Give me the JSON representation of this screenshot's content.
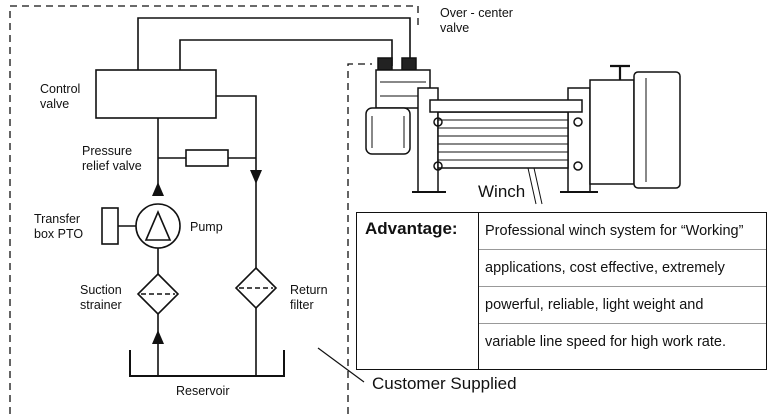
{
  "labels": {
    "over_center": [
      "Over - center",
      "valve"
    ],
    "control": [
      "Control",
      "valve"
    ],
    "pressure_relief": [
      "Pressure",
      "relief valve"
    ],
    "transfer": [
      "Transfer",
      "box PTO"
    ],
    "pump": "Pump",
    "suction": [
      "Suction",
      "strainer"
    ],
    "return_filter": [
      "Return",
      "filter"
    ],
    "reservoir": "Reservoir",
    "winch": "Winch",
    "customer_supplied": "Customer Supplied"
  },
  "advantage": {
    "title": "Advantage:",
    "lines": [
      "Professional winch system for “Working”",
      "applications, cost effective, extremely",
      "powerful, reliable, light weight and",
      "variable line speed for high work rate."
    ]
  }
}
